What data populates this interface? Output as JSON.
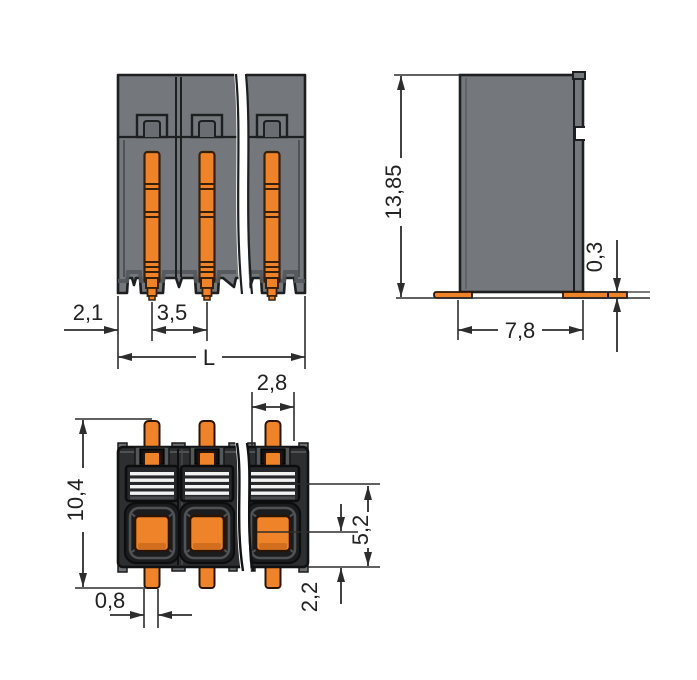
{
  "drawing": {
    "title": "connector-dimension-drawing",
    "views": [
      "front-view",
      "side-view",
      "top-view"
    ],
    "colors": {
      "housing_gray": "#74777b",
      "housing_dark": "#2c2e30",
      "contact_orange": "#ef8329",
      "outline": "#1d1f21",
      "dimension_ink": "#2d2d2d",
      "background": "#ffffff"
    },
    "dimensions": {
      "front": {
        "offset_left": "2,1",
        "pin_pitch": "3,5",
        "total_length": "L"
      },
      "side": {
        "height": "13,85",
        "solder_tab_thickness": "0,3",
        "depth": "7,8"
      },
      "top": {
        "overall_depth": "10,4",
        "pin_width": "0,8",
        "rear_section_depth": "2,8",
        "clamp_axis_offset": "5,2",
        "button_axis_offset": "2,2"
      }
    }
  }
}
